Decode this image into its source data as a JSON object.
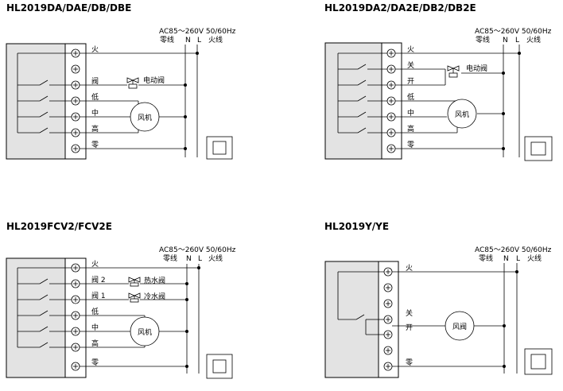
{
  "diagrams": [
    {
      "title": "HL2019DA/DAE/DB/DBE",
      "supply": "AC85～260V  50/60Hz",
      "n_side": "零线",
      "n_letter": "N",
      "l_letter": "L",
      "l_side": "火线",
      "terminals": [
        "火",
        "",
        "阀",
        "低",
        "中",
        "高",
        "零"
      ],
      "devices": [
        "电动阀",
        "风机"
      ]
    },
    {
      "title": "HL2019DA2/DA2E/DB2/DB2E",
      "supply": "AC85～260V  50/60Hz",
      "n_side": "零线",
      "n_letter": "N",
      "l_letter": "L",
      "l_side": "火线",
      "terminals": [
        "火",
        "关",
        "开",
        "低",
        "中",
        "高",
        "零"
      ],
      "devices": [
        "电动阀",
        "风机"
      ]
    },
    {
      "title": "HL2019FCV2/FCV2E",
      "supply": "AC85～260V  50/60Hz",
      "n_side": "零线",
      "n_letter": "N",
      "l_letter": "L",
      "l_side": "火线",
      "terminals": [
        "火",
        "阀 2",
        "阀 1",
        "低",
        "中",
        "高",
        "零"
      ],
      "devices": [
        "热水阀",
        "冷水阀",
        "风机"
      ]
    },
    {
      "title": "HL2019Y/YE",
      "supply": "AC85～260V  50/60Hz",
      "n_side": "零线",
      "n_letter": "N",
      "l_letter": "L",
      "l_side": "火线",
      "terminals": [
        "火",
        "",
        "",
        "关",
        "开",
        "",
        "零"
      ],
      "devices": [
        "风阀"
      ]
    }
  ]
}
